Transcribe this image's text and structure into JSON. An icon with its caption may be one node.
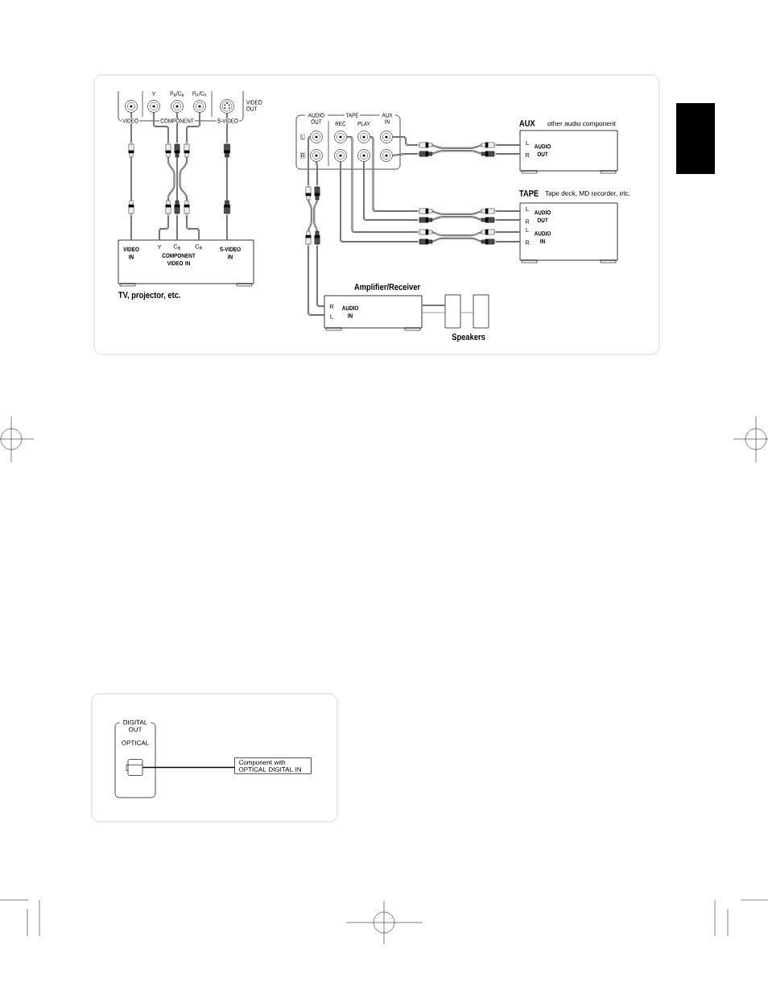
{
  "diagram": {
    "nodes": [
      {
        "text": [
          "Y",
          "P$_{B}$/C$_{B}$",
          "P$_{R}$/C$_{R}$",
          "VIDEO OUT",
          "VIDEO",
          "COMPONENT",
          "S-VIDEO"
        ]
      },
      {
        "text": [],
        "shape": "circle",
        "in": 0
      },
      {
        "text": [],
        "shape": "circle",
        "in": 0
      },
      {
        "text": [],
        "shape": "circle",
        "in": 0
      },
      {
        "text": [],
        "shape": "circle",
        "in": 0
      },
      {
        "text": [],
        "shape": "circle",
        "in": 0
      },
      {
        "text": [
          "AUDIO OUT",
          "TAPE",
          "REC",
          "PLAY",
          "AUX IN",
          "L",
          "R"
        ]
      },
      {
        "text": [],
        "shape": "circle",
        "in": 6
      },
      {
        "text": [],
        "shape": "circle",
        "in": 6
      },
      {
        "text": [],
        "shape": "circle",
        "in": 6
      },
      {
        "text": [],
        "shape": "circle",
        "in": 6
      },
      {
        "text": [],
        "shape": "circle",
        "in": 6
      },
      {
        "text": [],
        "shape": "circle",
        "in": 6
      },
      {
        "text": [],
        "shape": "circle",
        "in": 6
      },
      {
        "text": [],
        "shape": "circle",
        "in": 6
      },
      {
        "text": [
          "AUX",
          "other audio component",
          "L",
          "R",
          "AUDIO OUT"
        ]
      },
      {
        "text": [
          "TAPE",
          "Tape deck, MD recorder, etc.",
          "L",
          "R",
          "AUDIO OUT",
          "L",
          "R",
          "AUDIO IN"
        ]
      },
      {
        "text": [
          "VIDEO IN",
          "Y",
          "C$_{B}$",
          "C$_{R}$",
          "COMPONENT VIDEO IN",
          "S-VIDEO IN"
        ],
        "beside": [
          "TV, projector, etc."
        ]
      },
      {
        "text": [
          "Amplifier/Receiver",
          "R",
          "L",
          "AUDIO IN"
        ]
      },
      {
        "text": [],
        "shape": "box"
      },
      {
        "text": [],
        "shape": "box"
      },
      {
        "text": [
          "DIGITAL OUT",
          "OPTICAL"
        ]
      },
      {
        "text": [],
        "shape": "box",
        "in": 21
      },
      {
        "text": [
          "Component with OPTICAL DIGITAL IN"
        ]
      }
    ],
    "edges": [
      {
        "from": 1,
        "to": 17,
        "arrow": "none"
      },
      {
        "from": 2,
        "to": 17,
        "arrow": "none"
      },
      {
        "from": 3,
        "to": 17,
        "arrow": "none"
      },
      {
        "from": 4,
        "to": 17,
        "arrow": "none"
      },
      {
        "from": 5,
        "to": 17,
        "arrow": "none"
      },
      {
        "from": 10,
        "to": 15,
        "arrow": "none"
      },
      {
        "from": 14,
        "to": 15,
        "arrow": "none"
      },
      {
        "from": 9,
        "to": 16,
        "arrow": "none"
      },
      {
        "from": 13,
        "to": 16,
        "arrow": "none"
      },
      {
        "from": 8,
        "to": 16,
        "arrow": "none"
      },
      {
        "from": 12,
        "to": 16,
        "arrow": "none"
      },
      {
        "from": 7,
        "to": 18,
        "arrow": "none"
      },
      {
        "from": 11,
        "to": 18,
        "arrow": "none"
      },
      {
        "from": 18,
        "to": 19,
        "arrow": "none"
      },
      {
        "from": 18,
        "to": 19,
        "arrow": "none"
      },
      {
        "from": 19,
        "to": 20,
        "arrow": "none"
      },
      {
        "from": 22,
        "to": 23,
        "arrow": "none",
        "color": "#000000"
      }
    ],
    "labels": [
      "Speakers"
    ]
  }
}
